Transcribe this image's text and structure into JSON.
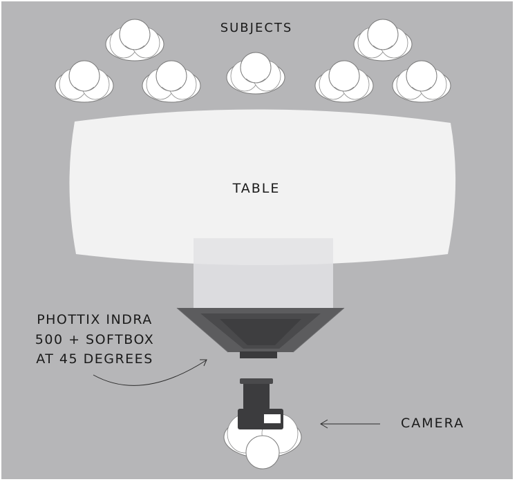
{
  "labels": {
    "subjects": "SUBJECTS",
    "table": "TABLE",
    "light_line1": "PHOTTIX INDRA",
    "light_line2": "500 + SOFTBOX",
    "light_line3": "AT 45 DEGREES",
    "camera": "CAMERA"
  },
  "colors": {
    "background": "#b6b6b8",
    "table": "#f2f2f2",
    "subject_fill": "#ffffff",
    "subject_stroke": "#777777",
    "softbox_outer": "#5a5a5c",
    "softbox_inner": "#3f3f41",
    "camera_body": "#3c3c3e",
    "light_beam": "#e6e6e8"
  }
}
